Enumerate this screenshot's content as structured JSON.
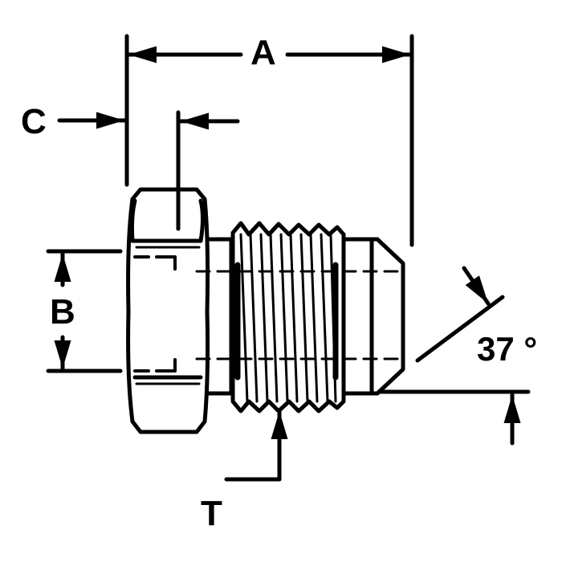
{
  "drawing": {
    "subject": "flare plug fitting (hex head with threaded 37° flare end)",
    "ink_color": "#000000",
    "background_color": "#ffffff"
  },
  "dimensions": {
    "A": {
      "label": "A",
      "meaning": "overall length from hex face to flare tip"
    },
    "B": {
      "label": "B",
      "meaning": "hex across flats"
    },
    "C": {
      "label": "C",
      "meaning": "hex thickness"
    },
    "T": {
      "label": "T",
      "meaning": "thread size"
    },
    "angle": {
      "label": "37 °",
      "meaning": "flare angle"
    }
  }
}
